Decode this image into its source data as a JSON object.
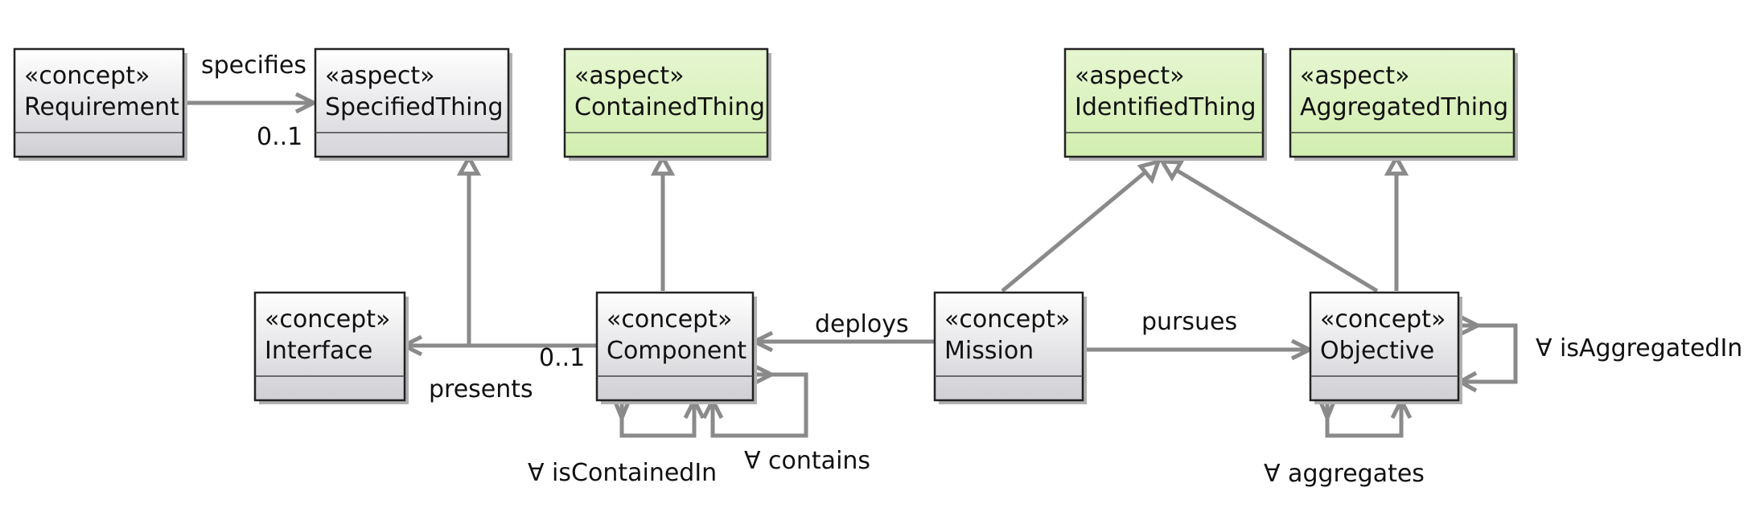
{
  "colors": {
    "concept_top": "#ffffff",
    "concept_bottom": "#cfcfd4",
    "aspect_fill": "#d9f0b8",
    "edge": "#8a8a8a",
    "border": "#222222",
    "shadow": "#b0b0b0"
  },
  "nodes": {
    "requirement": {
      "stereotype": "«concept»",
      "name": "Requirement",
      "kind": "concept"
    },
    "specified_thing": {
      "stereotype": "«aspect»",
      "name": "SpecifiedThing",
      "kind": "aspect-gray"
    },
    "contained_thing": {
      "stereotype": "«aspect»",
      "name": "ContainedThing",
      "kind": "aspect"
    },
    "identified_thing": {
      "stereotype": "«aspect»",
      "name": "IdentifiedThing",
      "kind": "aspect"
    },
    "aggregated_thing": {
      "stereotype": "«aspect»",
      "name": "AggregatedThing",
      "kind": "aspect"
    },
    "interface": {
      "stereotype": "«concept»",
      "name": "Interface",
      "kind": "concept"
    },
    "component": {
      "stereotype": "«concept»",
      "name": "Component",
      "kind": "concept"
    },
    "mission": {
      "stereotype": "«concept»",
      "name": "Mission",
      "kind": "concept"
    },
    "objective": {
      "stereotype": "«concept»",
      "name": "Objective",
      "kind": "concept"
    }
  },
  "labels": {
    "specifies": "specifies",
    "specifies_multiplicity": "0..1",
    "presents": "presents",
    "presents_multiplicity": "0..1",
    "deploys": "deploys",
    "pursues": "pursues",
    "is_contained_in": "∀ isContainedIn",
    "contains": "∀ contains",
    "is_aggregated_in": "∀ isAggregatedIn",
    "aggregates": "∀ aggregates"
  }
}
